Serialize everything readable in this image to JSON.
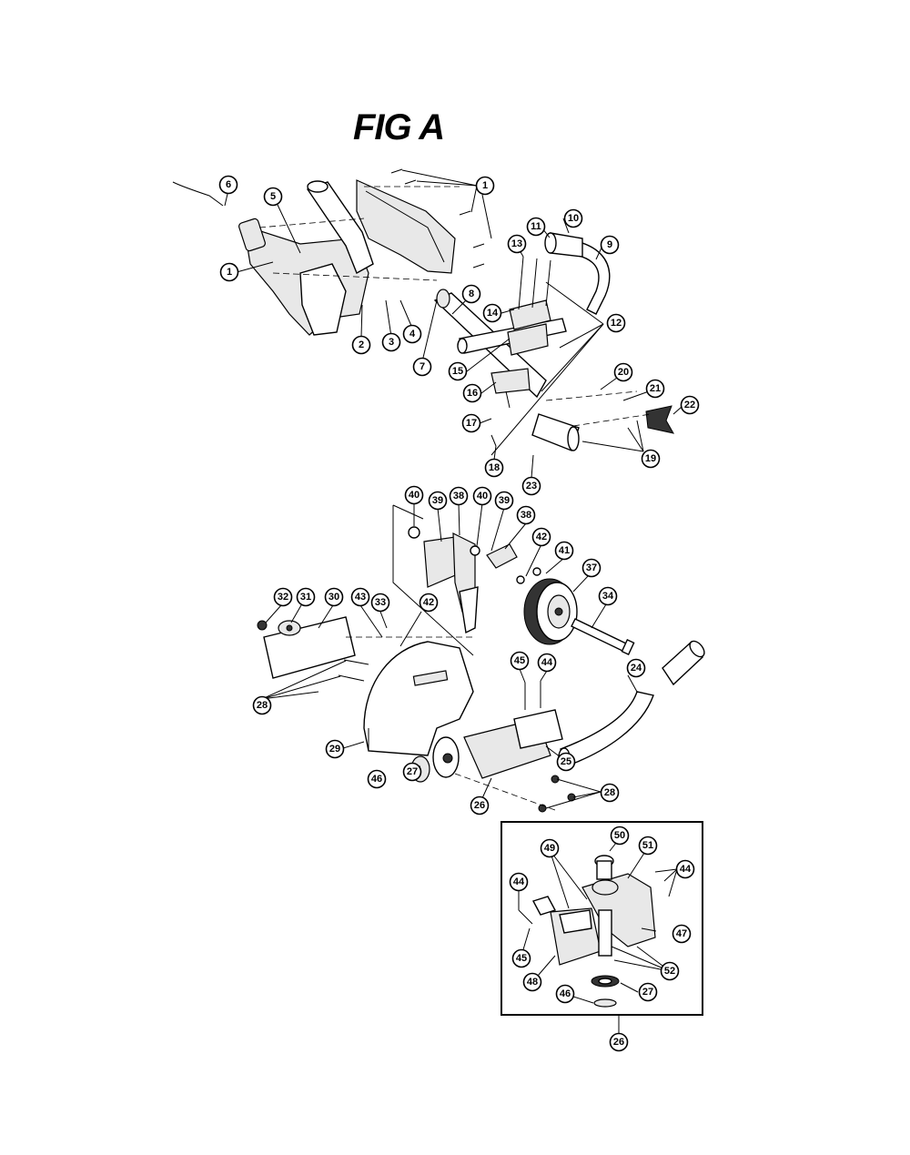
{
  "title": "FIG A",
  "callouts": [
    {
      "label": "1"
    },
    {
      "label": "1"
    },
    {
      "label": "2"
    },
    {
      "label": "3"
    },
    {
      "label": "4"
    },
    {
      "label": "5"
    },
    {
      "label": "6"
    },
    {
      "label": "7"
    },
    {
      "label": "8"
    },
    {
      "label": "9"
    },
    {
      "label": "10"
    },
    {
      "label": "11"
    },
    {
      "label": "12"
    },
    {
      "label": "13"
    },
    {
      "label": "14"
    },
    {
      "label": "15"
    },
    {
      "label": "16"
    },
    {
      "label": "17"
    },
    {
      "label": "18"
    },
    {
      "label": "19"
    },
    {
      "label": "20"
    },
    {
      "label": "21"
    },
    {
      "label": "22"
    },
    {
      "label": "23"
    },
    {
      "label": "24"
    },
    {
      "label": "25"
    },
    {
      "label": "26"
    },
    {
      "label": "27"
    },
    {
      "label": "28"
    },
    {
      "label": "28"
    },
    {
      "label": "28"
    },
    {
      "label": "29"
    },
    {
      "label": "30"
    },
    {
      "label": "31"
    },
    {
      "label": "32"
    },
    {
      "label": "33"
    },
    {
      "label": "34"
    },
    {
      "label": "37"
    },
    {
      "label": "38"
    },
    {
      "label": "38"
    },
    {
      "label": "39"
    },
    {
      "label": "39"
    },
    {
      "label": "40"
    },
    {
      "label": "40"
    },
    {
      "label": "41"
    },
    {
      "label": "42"
    },
    {
      "label": "42"
    },
    {
      "label": "43"
    },
    {
      "label": "44"
    },
    {
      "label": "44"
    },
    {
      "label": "44"
    },
    {
      "label": "45"
    },
    {
      "label": "45"
    },
    {
      "label": "46"
    },
    {
      "label": "46"
    },
    {
      "label": "47"
    },
    {
      "label": "48"
    },
    {
      "label": "49"
    },
    {
      "label": "50"
    },
    {
      "label": "51"
    },
    {
      "label": "52"
    },
    {
      "label": "27"
    },
    {
      "label": "26"
    }
  ]
}
